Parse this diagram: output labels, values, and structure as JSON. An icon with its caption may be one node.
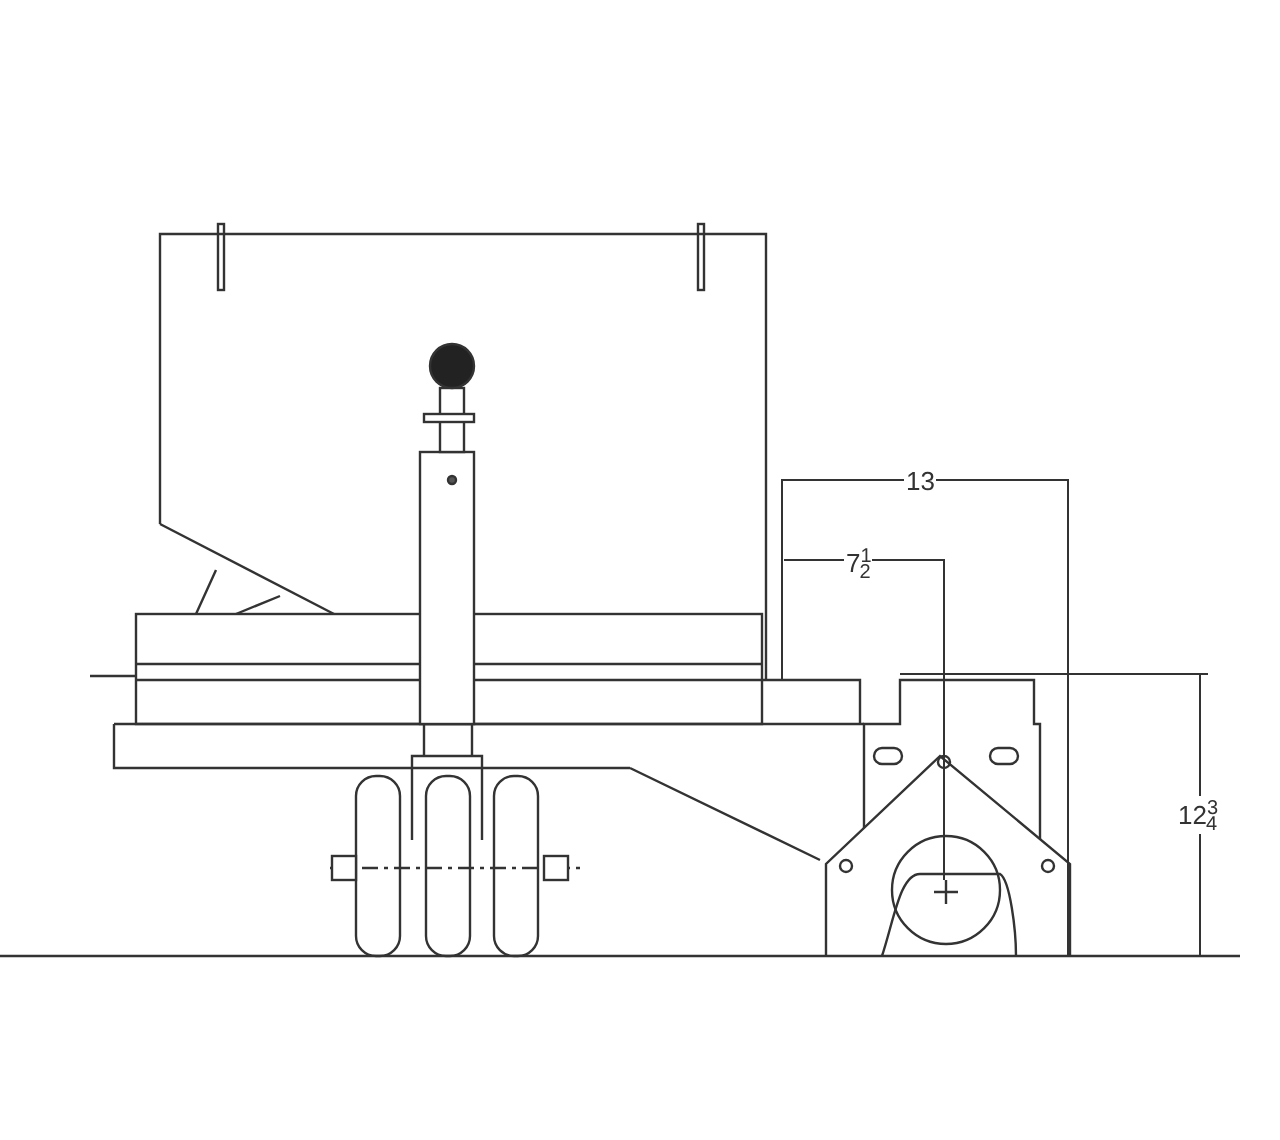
{
  "diagram": {
    "labels": [
      "13",
      "7$^{1}$$_{2}$",
      "12$^{3}$$_{4}$"
    ]
  }
}
